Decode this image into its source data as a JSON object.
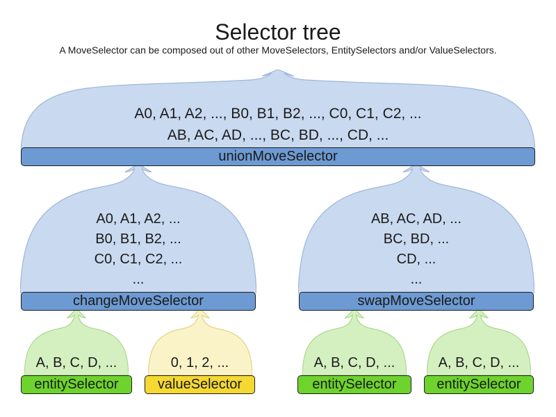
{
  "title": "Selector tree",
  "subtitle": "A MoveSelector can be composed out of other MoveSelectors, EntitySelectors and/or ValueSelectors.",
  "colors": {
    "text": "#1a1a1a",
    "cloud-blue": "#c9d9ef",
    "cloud-blue-stroke": "#9db7da",
    "cloud-green": "#d4f0c0",
    "cloud-green-stroke": "#a8d98d",
    "cloud-yellow": "#fbf3c8",
    "cloud-yellow-stroke": "#e3d382",
    "bar-blue": "#6d9ad2",
    "bar-green": "#6ed32c",
    "bar-yellow": "#f5d831",
    "bar-border": "#1c1c1c"
  },
  "icons": {
    "up_arrow": "up-arrow-cloud-peak"
  },
  "tree": {
    "union": {
      "label": "unionMoveSelector",
      "lines": [
        "A0, A1, A2, ..., B0, B1, B2, ..., C0, C1, C2, ...",
        "AB, AC, AD, ..., BC, BD, ..., CD, ..."
      ]
    },
    "change": {
      "label": "changeMoveSelector",
      "lines": [
        "A0, A1, A2, ...",
        "B0, B1, B2, ...",
        "C0, C1, C2, ...",
        "..."
      ]
    },
    "swap": {
      "label": "swapMoveSelector",
      "lines": [
        "AB, AC, AD, ...",
        "BC, BD, ...",
        "CD, ...",
        "..."
      ]
    },
    "leaves": [
      {
        "type": "entity",
        "label": "entitySelector",
        "items": "A, B, C, D, ..."
      },
      {
        "type": "value",
        "label": "valueSelector",
        "items": "0, 1, 2, ..."
      },
      {
        "type": "entity",
        "label": "entitySelector",
        "items": "A, B, C, D, ..."
      },
      {
        "type": "entity",
        "label": "entitySelector",
        "items": "A, B, C, D, ..."
      }
    ]
  }
}
